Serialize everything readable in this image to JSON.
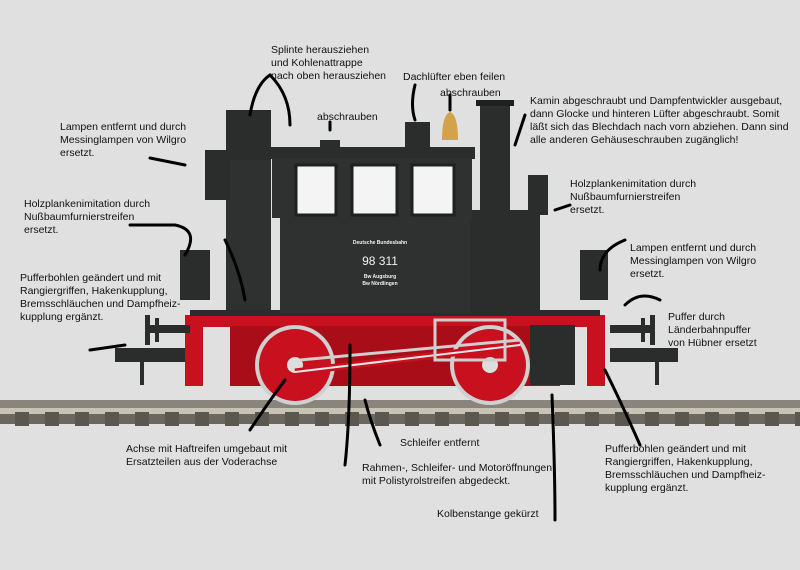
{
  "image": {
    "subject": "Steam locomotive model 98 311 with modification annotations",
    "colors": {
      "background": "#e0e0e0",
      "body": "#2b2d2c",
      "frame_red": "#c8101e",
      "annotation_ink": "#000000",
      "bell_brass": "#d4a24a"
    }
  },
  "locomotive": {
    "railway": "Deutsche Bundesbahn",
    "number": "98 311",
    "depot_line1": "Bw Augsburg",
    "depot_line2": "Bw Nördlingen"
  },
  "annotations": [
    {
      "id": "splinte",
      "text": "Splinte herausziehen\nund Kohlenattrappe\nnach oben herausziehen"
    },
    {
      "id": "dachluefter",
      "text": "Dachlüfter eben feilen"
    },
    {
      "id": "glocke",
      "text": "abschrauben"
    },
    {
      "id": "dom",
      "text": "abschrauben"
    },
    {
      "id": "kamin",
      "text": "Kamin abgeschraubt und Dampfentwickler ausgebaut,\ndann Glocke und hinteren Lüfter abgeschraubt. Somit\nläßt sich das Blechdach nach vorn abziehen. Dann sind\nalle anderen Gehäuseschrauben zugänglich!"
    },
    {
      "id": "lampen-left",
      "text": "Lampen entfernt und durch\nMessinglampen von Wilgro\nersetzt."
    },
    {
      "id": "holz-left",
      "text": "Holzplankenimitation durch\nNußbaumfurnierstreifen\nersetzt."
    },
    {
      "id": "holz-right",
      "text": "Holzplankenimitation durch\nNußbaumfurnierstreifen\nersetzt."
    },
    {
      "id": "lampen-right",
      "text": "Lampen entfernt und durch\nMessinglampen von Wilgro\nersetzt."
    },
    {
      "id": "pufferbohlen-left",
      "text": "Pufferbohlen geändert und mit\nRangiergriffen, Hakenkupplung,\nBremsschläuchen und Dampfheiz-\nkupplung ergänzt."
    },
    {
      "id": "puffer-right",
      "text": "Puffer durch Länderbahnpuffer\nvon Hübner ersetzt"
    },
    {
      "id": "achse",
      "text": "Achse mit Haftreifen umgebaut mit\nErsatzteilen aus der Voderachse"
    },
    {
      "id": "schleifer",
      "text": "Schleifer entfernt"
    },
    {
      "id": "rahmen",
      "text": "Rahmen-, Schleifer- und Motoröffnungen\nmit Polistyrolstreifen abgedeckt."
    },
    {
      "id": "pufferbohlen-right",
      "text": "Pufferbohlen geändert und mit\nRangiergriffen, Hakenkupplung,\nBremsschläuchen und Dampfheiz-\nkupplung ergänzt."
    },
    {
      "id": "kolbenstange",
      "text": "Kolbenstange gekürzt"
    }
  ]
}
